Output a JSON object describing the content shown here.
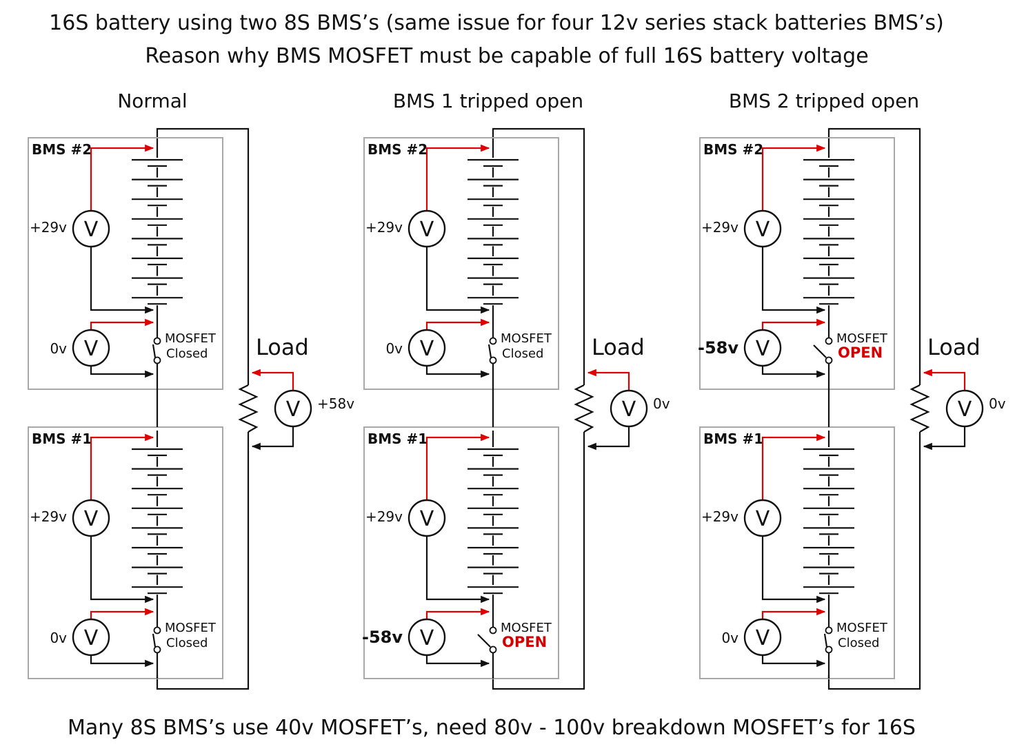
{
  "title": {
    "line1": "16S battery using two 8S BMS’s (same issue for four 12v series stack batteries BMS’s)",
    "line2": "Reason why BMS MOSFET must be capable of full 16S battery voltage"
  },
  "footer": "Many 8S BMS’s use 40v MOSFET’s,  need 80v - 100v breakdown MOSFET’s for 16S",
  "meter_symbol": "V",
  "mosfet_word": "MOSFET",
  "cells_per_bms": 8,
  "colors": {
    "wire": "#111111",
    "probe": "#e00000",
    "box": "#a8a8a8",
    "open_text": "#d40000"
  },
  "panels": [
    {
      "title": "Normal",
      "load_label": "Load",
      "load_reading": "+58v",
      "bms_top": {
        "label": "BMS #2",
        "pack_reading": "+29v",
        "mosfet_reading": "0v",
        "mosfet_state": "Closed",
        "mosfet_open": false
      },
      "bms_bottom": {
        "label": "BMS #1",
        "pack_reading": "+29v",
        "mosfet_reading": "0v",
        "mosfet_state": "Closed",
        "mosfet_open": false
      }
    },
    {
      "title": "BMS 1 tripped open",
      "load_label": "Load",
      "load_reading": "0v",
      "bms_top": {
        "label": "BMS #2",
        "pack_reading": "+29v",
        "mosfet_reading": "0v",
        "mosfet_state": "Closed",
        "mosfet_open": false
      },
      "bms_bottom": {
        "label": "BMS #1",
        "pack_reading": "+29v",
        "mosfet_reading": "-58v",
        "mosfet_state": "OPEN",
        "mosfet_open": true
      }
    },
    {
      "title": "BMS 2 tripped open",
      "load_label": "Load",
      "load_reading": "0v",
      "bms_top": {
        "label": "BMS #2",
        "pack_reading": "+29v",
        "mosfet_reading": "-58v",
        "mosfet_state": "OPEN",
        "mosfet_open": true
      },
      "bms_bottom": {
        "label": "BMS #1",
        "pack_reading": "+29v",
        "mosfet_reading": "0v",
        "mosfet_state": "Closed",
        "mosfet_open": false
      }
    }
  ]
}
